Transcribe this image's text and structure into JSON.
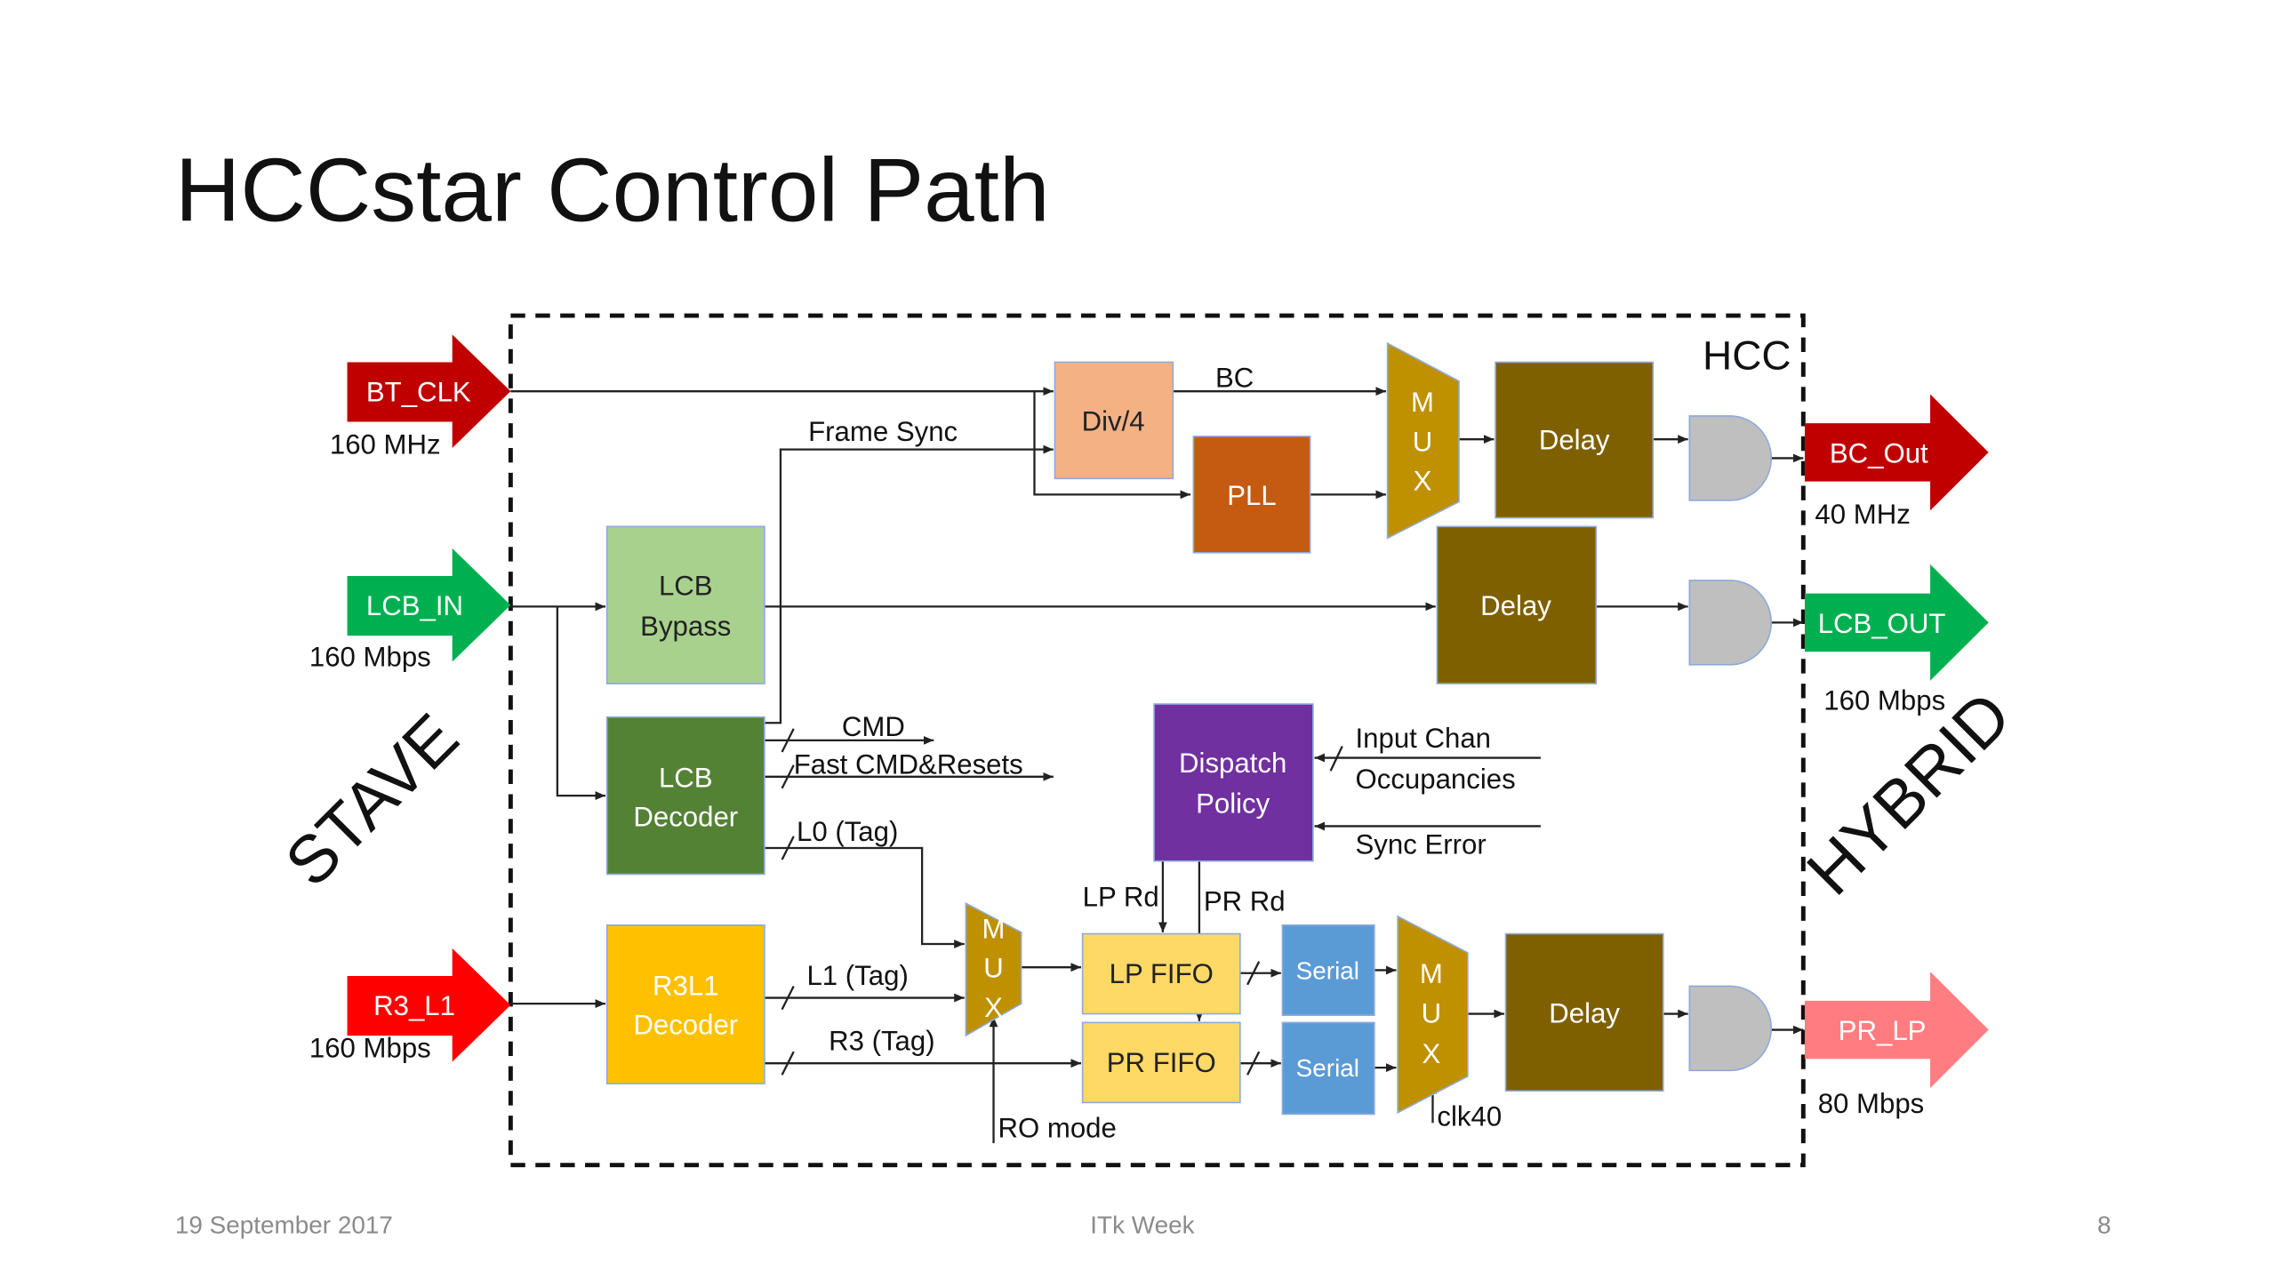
{
  "title": "HCCstar Control Path",
  "hcc_label": "HCC",
  "side_labels": {
    "left": "STAVE",
    "right": "HYBRID"
  },
  "inputs": [
    {
      "label": "BT_CLK",
      "rate": "160 MHz",
      "color": "#c00000"
    },
    {
      "label": "LCB_IN",
      "rate": "160 Mbps",
      "color": "#00b050"
    },
    {
      "label": "R3_L1",
      "rate": "160 Mbps",
      "color": "#ff0000"
    }
  ],
  "outputs": [
    {
      "label": "BC_Out",
      "rate": "40 MHz",
      "color": "#c00000"
    },
    {
      "label": "LCB_OUT",
      "rate": "160 Mbps",
      "color": "#00b050"
    },
    {
      "label": "PR_LP",
      "rate": "80 Mbps",
      "color": "#ff7c80"
    }
  ],
  "blocks": {
    "div4": "Div/4",
    "pll": "PLL",
    "delay": "Delay",
    "lcb_bypass": [
      "LCB",
      "Bypass"
    ],
    "lcb_decoder": [
      "LCB",
      "Decoder"
    ],
    "dispatch": [
      "Dispatch",
      "Policy"
    ],
    "r3l1_decoder": [
      "R3L1",
      "Decoder"
    ],
    "lp_fifo": "LP FIFO",
    "pr_fifo": "PR FIFO",
    "serial": "Serial",
    "mux": [
      "M",
      "U",
      "X"
    ]
  },
  "signals": {
    "bc": "BC",
    "frame_sync": "Frame Sync",
    "cmd": "CMD",
    "fast_cmd": "Fast CMD&Resets",
    "l0": "L0 (Tag)",
    "l1": "L1 (Tag)",
    "r3": "R3 (Tag)",
    "lp_rd": "LP Rd",
    "pr_rd": "PR Rd",
    "input_chan": "Input Chan",
    "occupancies": "Occupancies",
    "sync_error": "Sync Error",
    "ro_mode": "RO mode",
    "clk40": "clk40"
  },
  "footer": {
    "date": "19 September 2017",
    "event": "ITk Week",
    "page": "8"
  }
}
